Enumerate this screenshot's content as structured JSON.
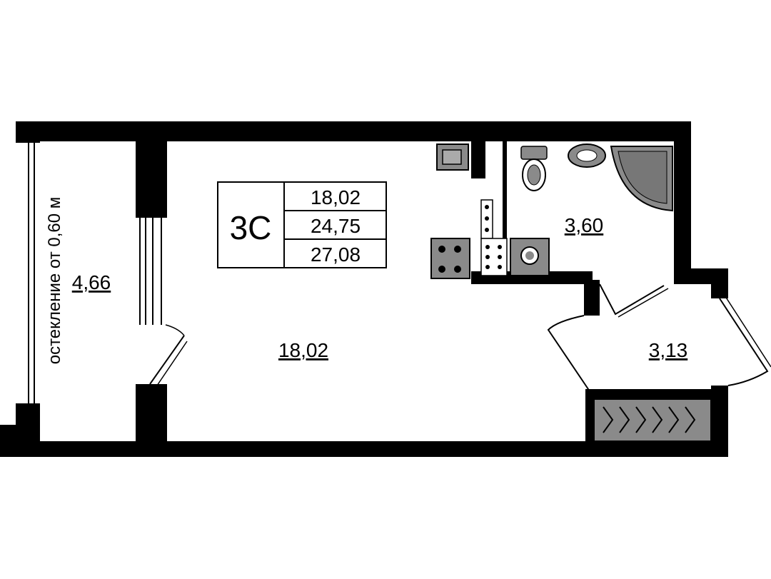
{
  "plan": {
    "apartment_type": "3С",
    "areas_table": [
      "18,02",
      "24,75",
      "27,08"
    ],
    "rooms": {
      "living_room": {
        "area": "18,02"
      },
      "bathroom": {
        "area": "3,60"
      },
      "hallway": {
        "area": "3,13"
      },
      "loggia": {
        "area": "4,66",
        "note": "остекление от 0,60 м"
      }
    }
  },
  "colors": {
    "wall": "#000000",
    "fixture_fill": "#8a8a8a",
    "background": "#ffffff"
  }
}
